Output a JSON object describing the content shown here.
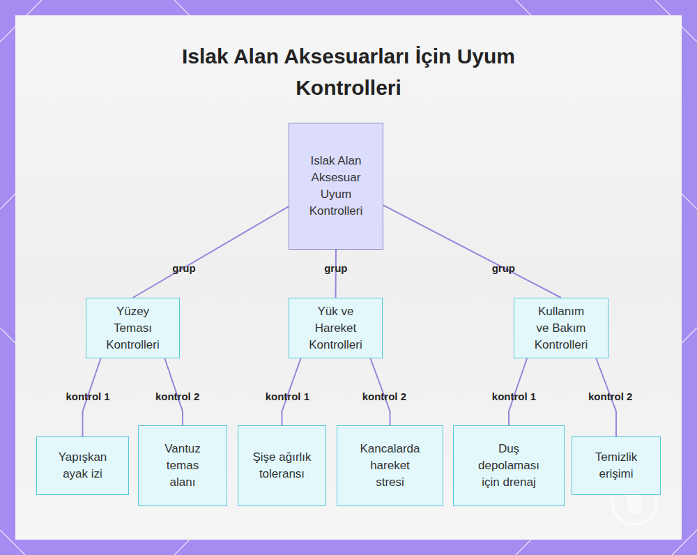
{
  "diagram": {
    "title": "Islak Alan Aksesuarları İçin Uyum Kontrolleri",
    "nodes": [
      {
        "text": [
          "Islak Alan Aksesuar Uyum Kontrolleri"
        ]
      },
      {
        "text": [
          "Yüzey Teması Kontrolleri"
        ]
      },
      {
        "text": [
          "Yük ve Hareket Kontrolleri"
        ]
      },
      {
        "text": [
          "Kullanım ve Bakım Kontrolleri"
        ]
      },
      {
        "text": [
          "Yapışkan ayak izi"
        ]
      },
      {
        "text": [
          "Vantuz temas alanı"
        ]
      },
      {
        "text": [
          "Şişe ağırlık toleransı"
        ]
      },
      {
        "text": [
          "Kancalarda hareket stresi"
        ]
      },
      {
        "text": [
          "Duş depolaması için drenaj"
        ]
      },
      {
        "text": [
          "Temizlik erişimi"
        ]
      }
    ],
    "edges": [
      {
        "from": 0,
        "to": 1,
        "arrow": "none",
        "label": "grup"
      },
      {
        "from": 0,
        "to": 2,
        "arrow": "none",
        "label": "grup"
      },
      {
        "from": 0,
        "to": 3,
        "arrow": "none",
        "label": "grup"
      },
      {
        "from": 1,
        "to": 4,
        "arrow": "none",
        "label": "kontrol 1"
      },
      {
        "from": 1,
        "to": 5,
        "arrow": "none",
        "label": "kontrol 2"
      },
      {
        "from": 2,
        "to": 6,
        "arrow": "none",
        "label": "kontrol 1"
      },
      {
        "from": 2,
        "to": 7,
        "arrow": "none",
        "label": "kontrol 2"
      },
      {
        "from": 3,
        "to": 8,
        "arrow": "none",
        "label": "kontrol 1"
      },
      {
        "from": 3,
        "to": 9,
        "arrow": "none",
        "label": "kontrol 2"
      }
    ]
  }
}
